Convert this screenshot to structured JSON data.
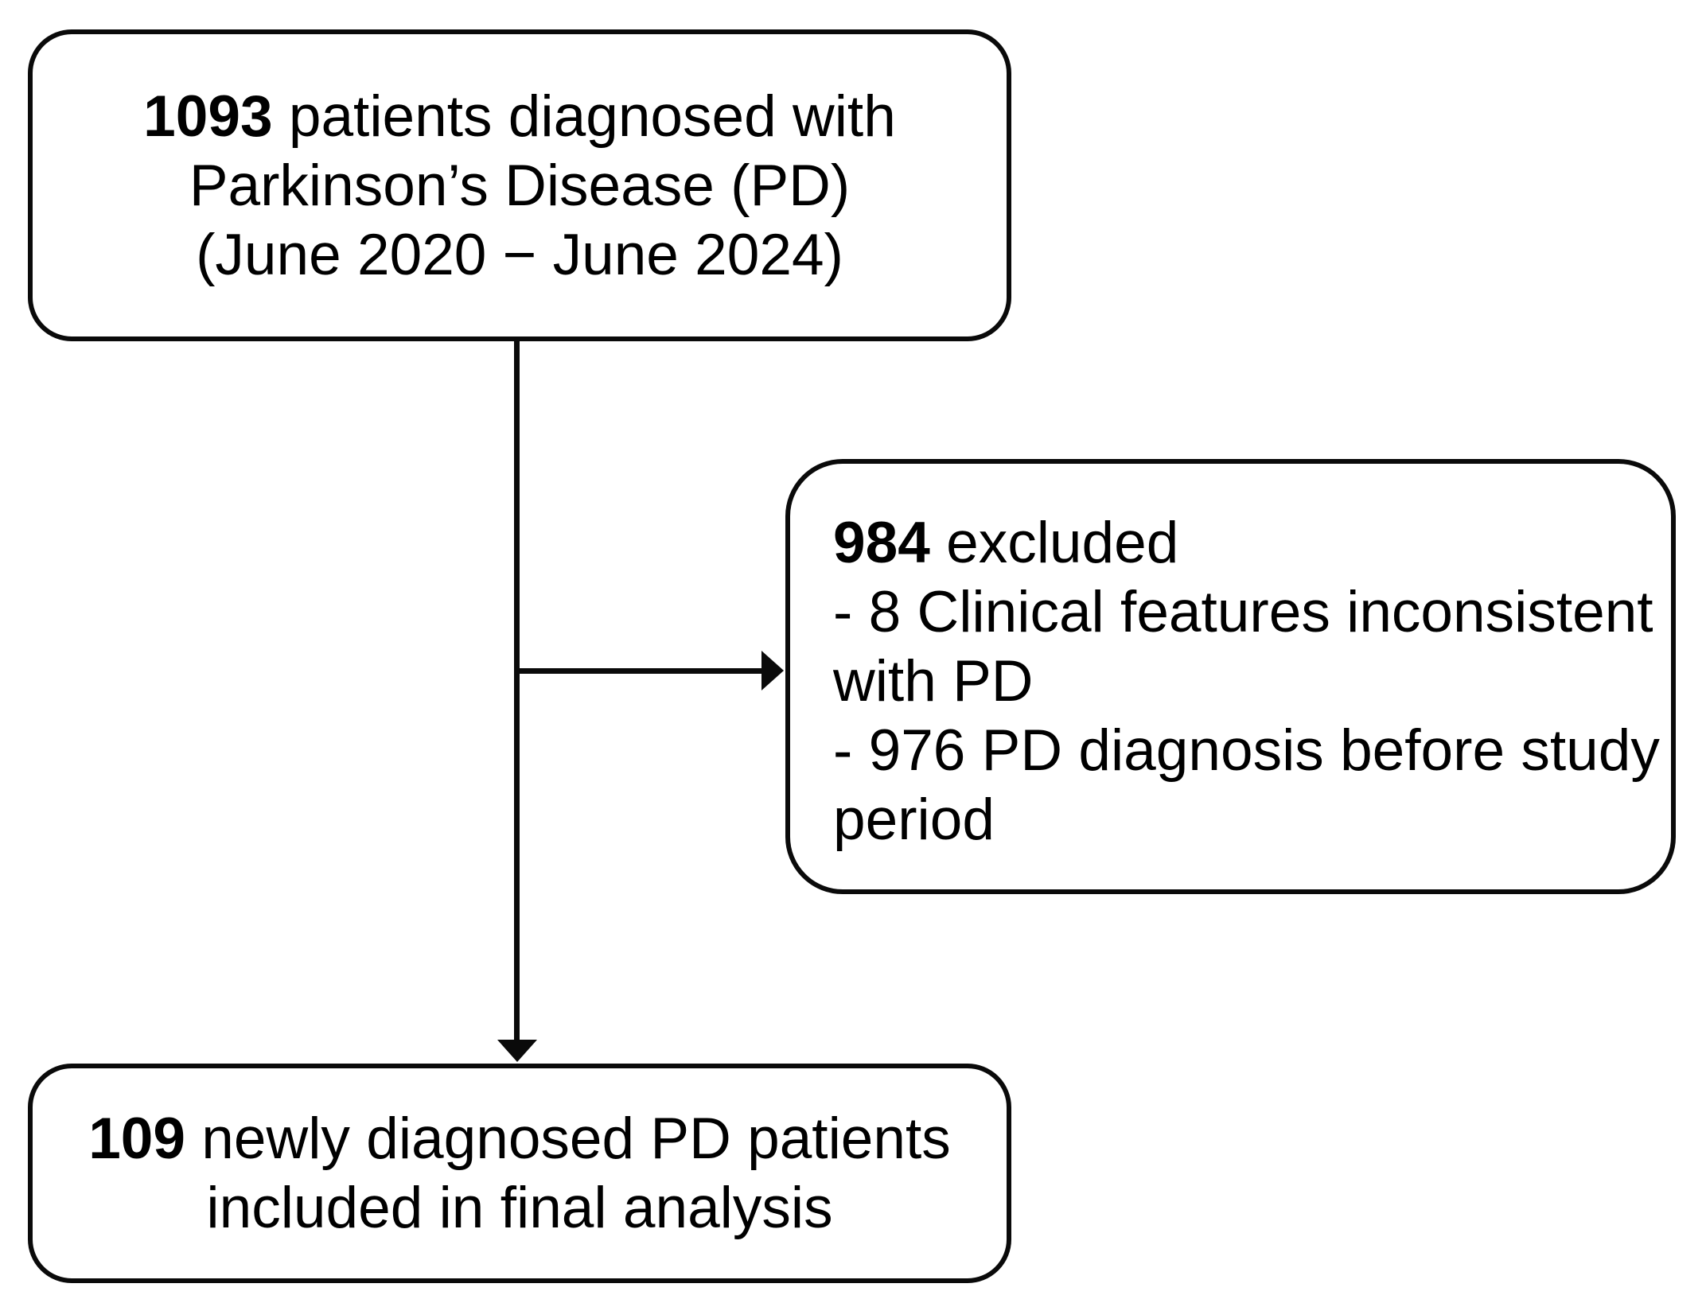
{
  "figure": {
    "background_color": "#ffffff",
    "line_color": "#0a0a0a",
    "boxes": {
      "enrollment": {
        "count": "1093",
        "count_suffix": " patients diagnosed with",
        "line2": "Parkinson’s Disease (PD)",
        "line3": "(June 2020 − June 2024)"
      },
      "exclusion": {
        "count": "984",
        "count_suffix": " excluded",
        "line2": "- 8 Clinical features inconsistent",
        "line3": "with PD",
        "line4": "- 976 PD diagnosis before study",
        "line5": "period"
      },
      "final": {
        "count": "109",
        "count_suffix": " newly diagnosed PD patients",
        "line2": "included in final analysis"
      }
    }
  }
}
